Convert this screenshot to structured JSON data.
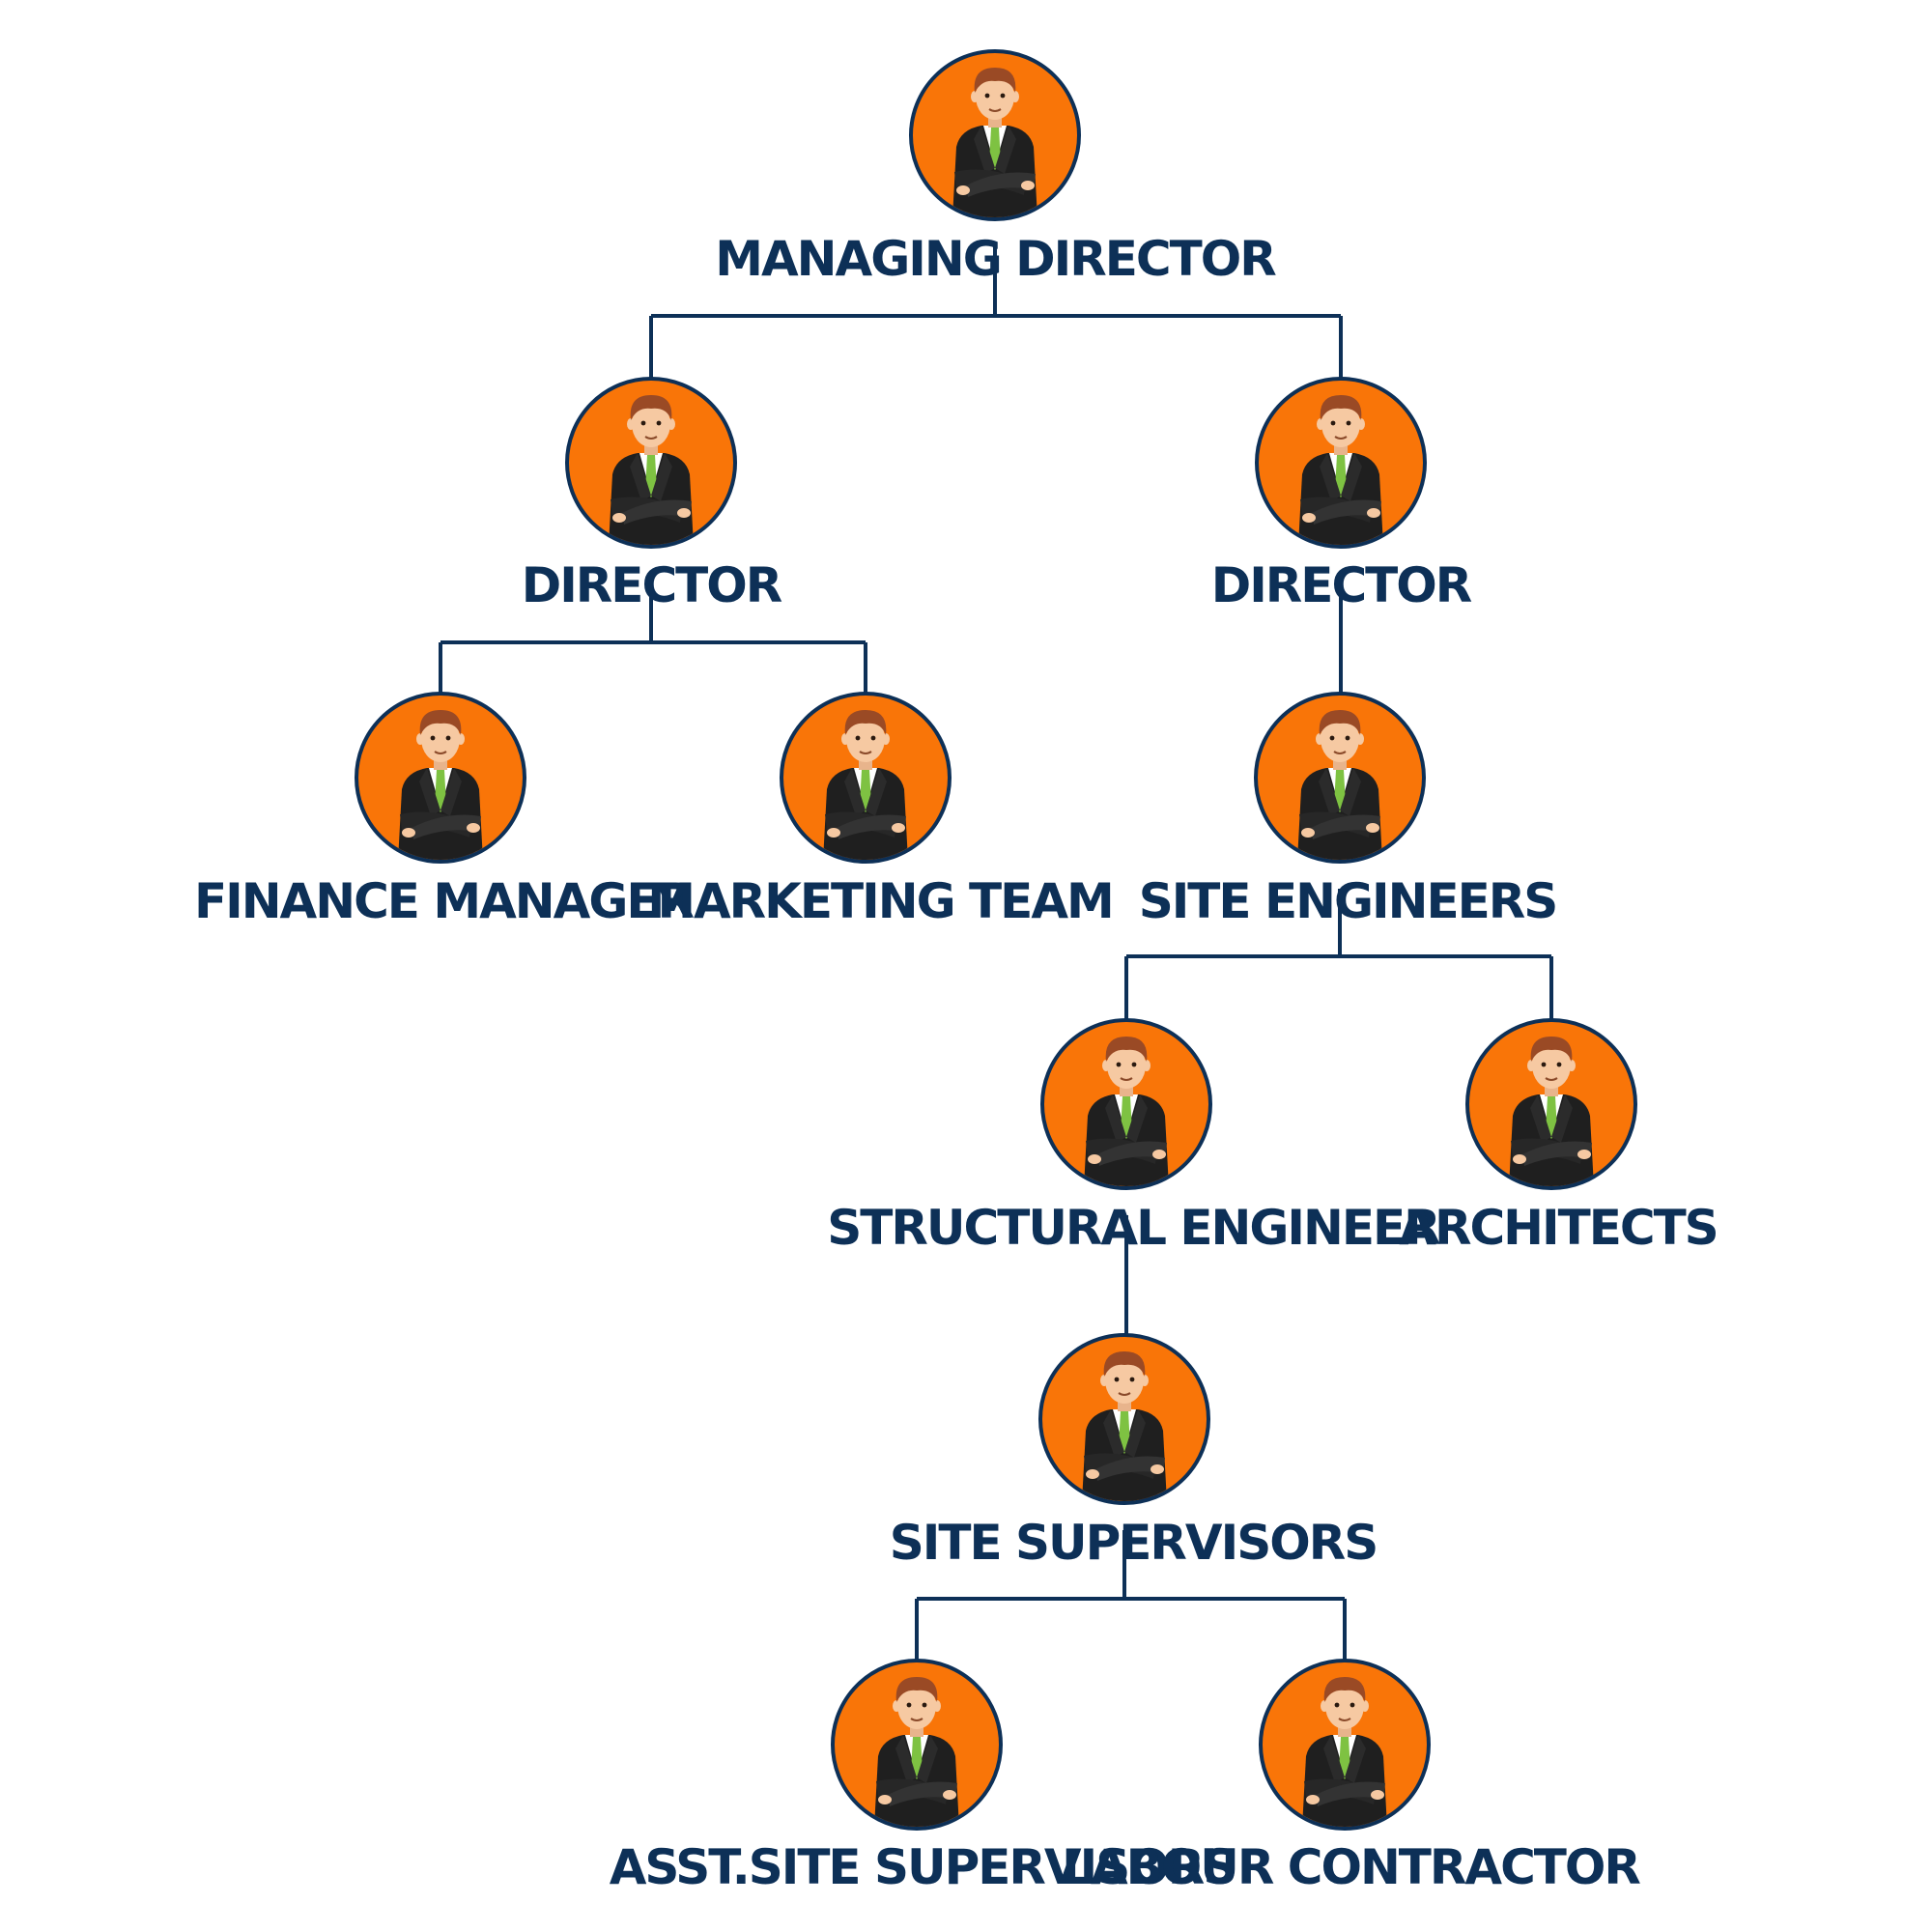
{
  "diagram": {
    "colors": {
      "circle_fill": "#f97508",
      "circle_stroke": "#0d3057",
      "connector": "#0d3057",
      "label": "#0d3057",
      "suit": "#1f1f1f",
      "shirt": "#ffffff",
      "tie": "#7ec242",
      "skin": "#f6c9a2",
      "hair": "#9a4a25"
    },
    "nodes": [
      {
        "id": "managing-director",
        "label": "MANAGING DIRECTOR",
        "icon": "businessman-icon"
      },
      {
        "id": "director-left",
        "label": "DIRECTOR",
        "icon": "businessman-icon"
      },
      {
        "id": "director-right",
        "label": "DIRECTOR",
        "icon": "businessman-icon"
      },
      {
        "id": "finance-manager",
        "label": "FINANCE MANAGER",
        "icon": "businessman-icon"
      },
      {
        "id": "marketing-team",
        "label": "MARKETING TEAM",
        "icon": "businessman-icon"
      },
      {
        "id": "site-engineers",
        "label": "SITE ENGINEERS",
        "icon": "businessman-icon"
      },
      {
        "id": "structural-engineer",
        "label": "STRUCTURAL ENGINEER",
        "icon": "businessman-icon"
      },
      {
        "id": "architects",
        "label": "ARCHITECTS",
        "icon": "businessman-icon"
      },
      {
        "id": "site-supervisors",
        "label": "SITE SUPERVISORS",
        "icon": "businessman-icon"
      },
      {
        "id": "asst-site-supervisors",
        "label": "ASST.SITE SUPERVISORS",
        "icon": "businessman-icon"
      },
      {
        "id": "labour-contractor",
        "label": "LABOUR CONTRACTOR",
        "icon": "businessman-icon"
      }
    ],
    "edges": [
      {
        "from": "managing-director",
        "to": "director-left"
      },
      {
        "from": "managing-director",
        "to": "director-right"
      },
      {
        "from": "director-left",
        "to": "finance-manager"
      },
      {
        "from": "director-left",
        "to": "marketing-team"
      },
      {
        "from": "director-right",
        "to": "site-engineers"
      },
      {
        "from": "site-engineers",
        "to": "structural-engineer"
      },
      {
        "from": "site-engineers",
        "to": "architects"
      },
      {
        "from": "structural-engineer",
        "to": "site-supervisors"
      },
      {
        "from": "site-supervisors",
        "to": "asst-site-supervisors"
      },
      {
        "from": "site-supervisors",
        "to": "labour-contractor"
      }
    ]
  }
}
